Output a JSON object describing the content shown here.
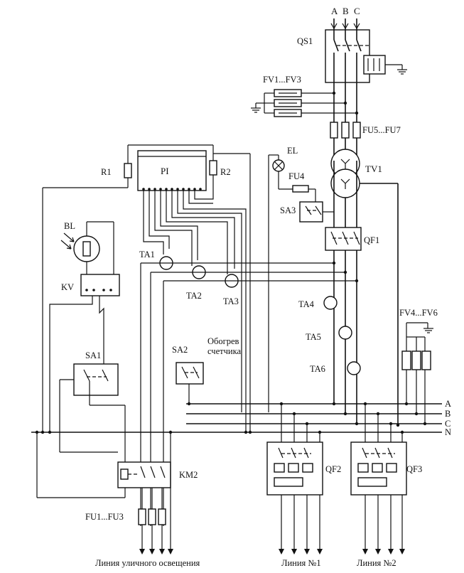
{
  "phases": [
    "A",
    "B",
    "C"
  ],
  "bus_labels": [
    "A",
    "B",
    "C",
    "N"
  ],
  "labels": {
    "qs1": "QS1",
    "fv1": "FV1...FV3",
    "fu5": "FU5...FU7",
    "el": "EL",
    "fu4": "FU4",
    "tv1": "TV1",
    "sa3": "SA3",
    "qf1": "QF1",
    "r1": "R1",
    "r2": "R2",
    "pi": "PI",
    "bl": "BL",
    "kv": "KV",
    "ta1": "TA1",
    "ta2": "TA2",
    "ta3": "TA3",
    "ta4": "TA4",
    "ta5": "TA5",
    "ta6": "TA6",
    "fv4": "FV4...FV6",
    "sa1": "SA1",
    "sa2": "SA2",
    "heating_1": "Обогрев",
    "heating_2": "счетчика",
    "km2": "KM2",
    "qf2": "QF2",
    "qf3": "QF3",
    "fu1": "FU1...FU3"
  },
  "outputs": {
    "street": "Линия уличного освещения",
    "line1": "Линия №1",
    "line2": "Линия №2"
  }
}
